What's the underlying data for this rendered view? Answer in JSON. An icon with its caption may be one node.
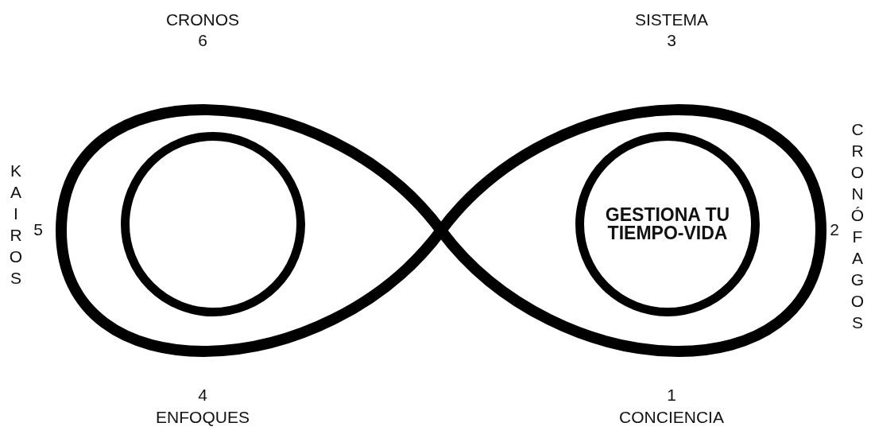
{
  "diagram": {
    "nodes": [
      {
        "text": [],
        "shape": "circle"
      },
      {
        "text": [
          "GESTIONA TU TIEMPO-VIDA"
        ]
      }
    ],
    "labels": [
      "CRONOS",
      "SISTEMA",
      "6",
      "3",
      "KAIROS",
      "CRONÓFAGOS",
      "5",
      "2",
      "4",
      "1",
      "ENFOQUES",
      "CONCIENCIA"
    ]
  }
}
